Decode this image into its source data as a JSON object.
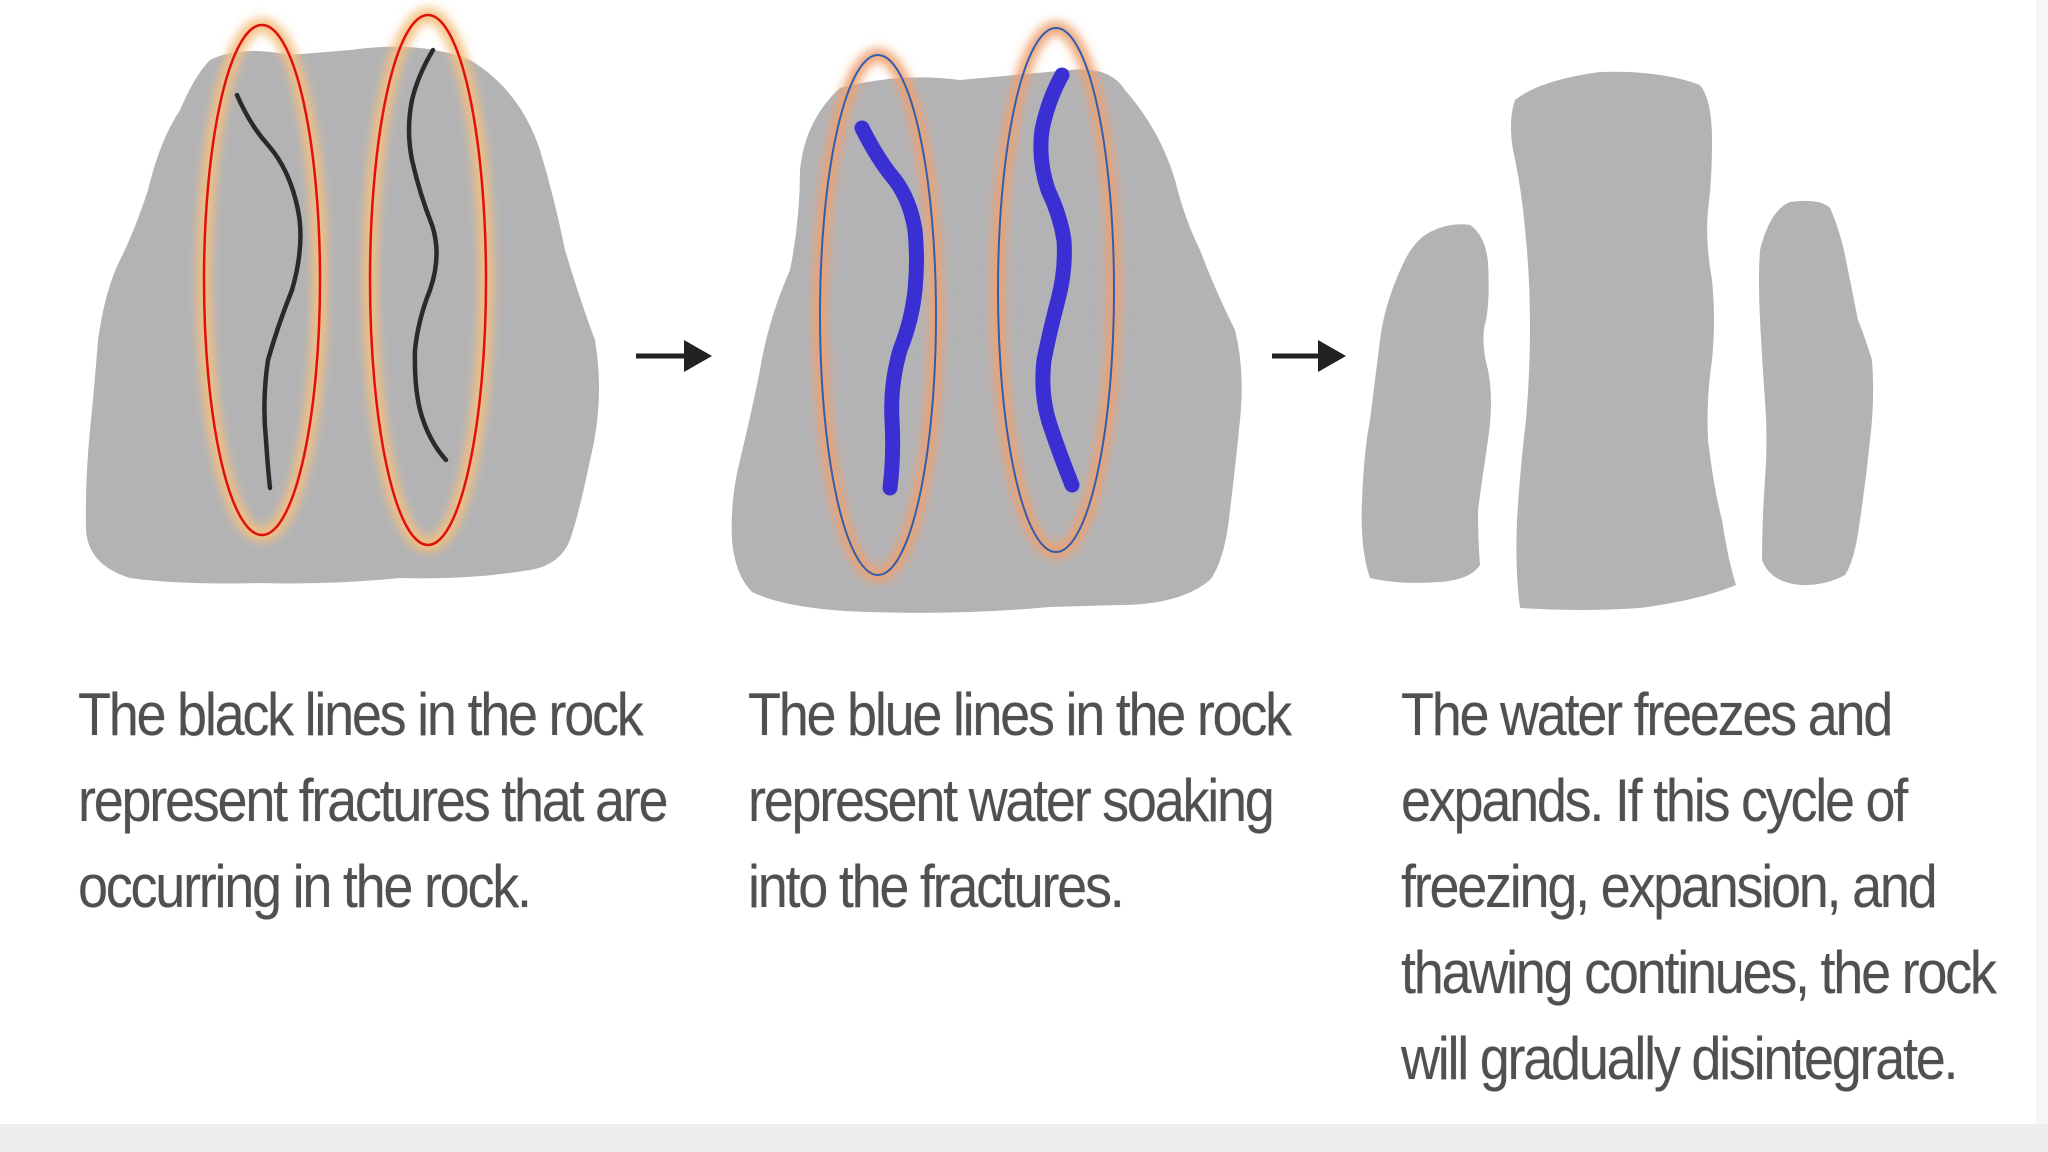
{
  "panels": [
    {
      "caption_lines": [
        "The black lines in the rock",
        "represent fractures that are",
        "occurring in the rock."
      ]
    },
    {
      "caption_lines": [
        "The blue lines in the rock",
        "represent water soaking",
        "into the fractures."
      ]
    },
    {
      "caption_lines": [
        "The water freezes and",
        "expands.  If this cycle of",
        "freezing, expansion, and",
        "thawing continues, the rock",
        "will gradually disintegrate."
      ]
    }
  ],
  "colors": {
    "rock": "#b3b3b5",
    "fracture": "#2a2a2a",
    "water": "#3a2fd2",
    "highlight_red": "#e01010",
    "highlight_glow": "#f5c080",
    "highlight_blue": "#2f5fb0",
    "highlight_orange": "#f0a070",
    "arrow": "#222222"
  }
}
